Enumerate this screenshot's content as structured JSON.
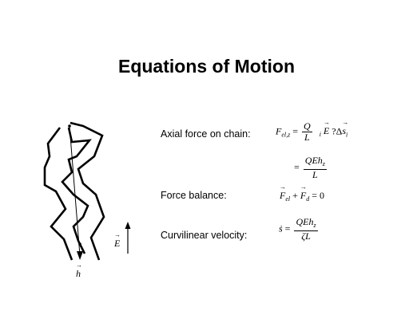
{
  "slide": {
    "title": "Equations of Motion",
    "rows": [
      {
        "label": "Axial force on chain:"
      },
      {
        "label": "Force balance:"
      },
      {
        "label": "Curvilinear velocity:"
      }
    ],
    "eq_axial": {
      "lhs": "F",
      "lhs_sub": "el,z",
      "eq": "=",
      "num": "Q",
      "den": "L",
      "idx": "i",
      "E": "E",
      "unk": "?",
      "delta": "Δ",
      "s": "s",
      "s_sub": "i"
    },
    "eq_axial2": {
      "eq": "=",
      "num_Q": "Q",
      "num_E": "E",
      "num_h": "h",
      "num_h_sub": "z",
      "den": "L"
    },
    "eq_balance": {
      "F1": "F",
      "F1_sub": "el",
      "plus": "+",
      "F2": "F",
      "F2_sub": "d",
      "rhs": "= 0"
    },
    "eq_velocity": {
      "lhs": "ṡ",
      "eq": "=",
      "num_Q": "Q",
      "num_E": "E",
      "num_h": "h",
      "num_h_sub": "z",
      "den": "ζL"
    },
    "diagram": {
      "field_label": "E",
      "end_to_end_label": "h"
    }
  }
}
